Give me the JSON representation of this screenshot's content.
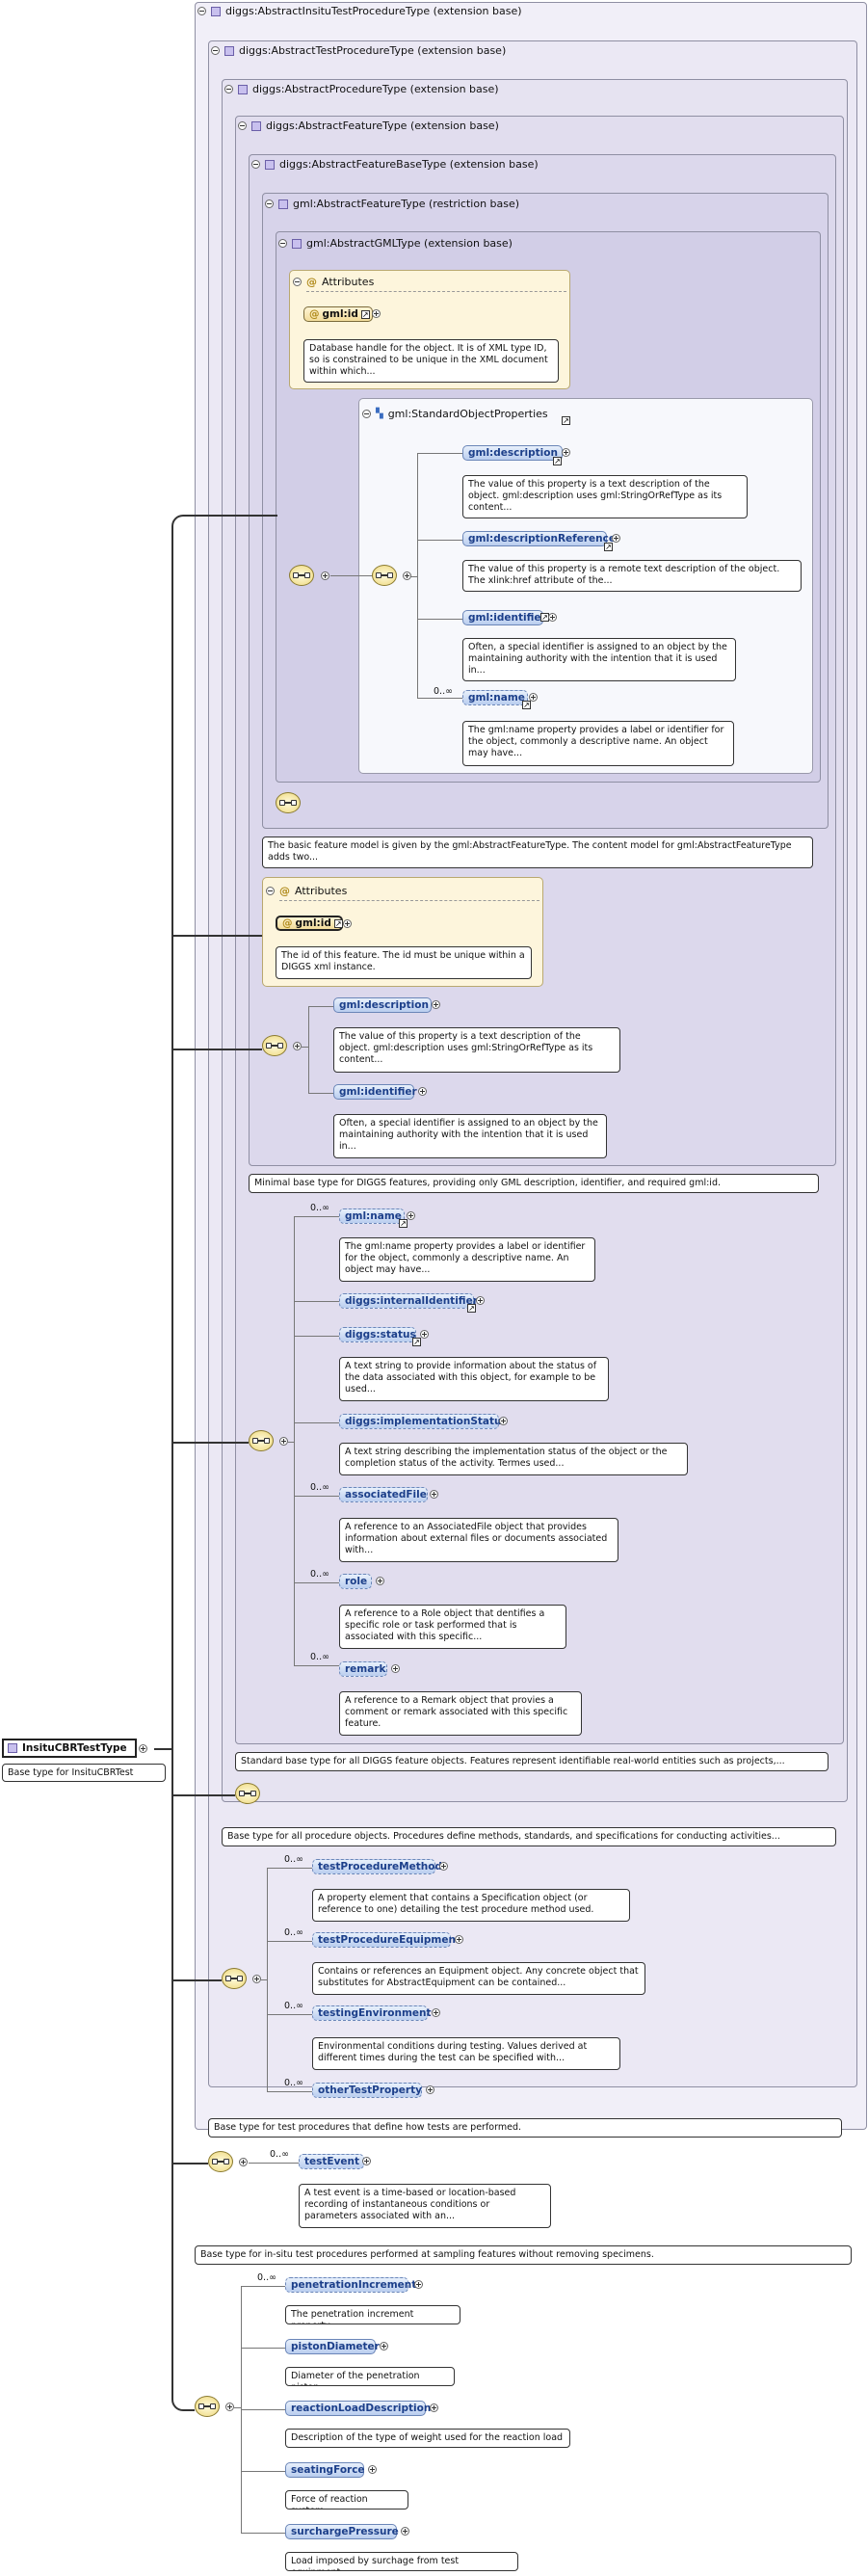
{
  "root": {
    "name": "InsituCBRTestType",
    "description": "Base type for InsituCBRTest"
  },
  "frames": {
    "abstract_insitu": {
      "title": "diggs:AbstractInsituTestProcedureType (extension base)",
      "caption": "Base type for in-situ test procedures performed at sampling features without removing specimens."
    },
    "abstract_test": {
      "title": "diggs:AbstractTestProcedureType (extension base)",
      "caption": "Base type for test procedures that define how tests are performed."
    },
    "abstract_procedure": {
      "title": "diggs:AbstractProcedureType (extension base)",
      "caption": "Base type for all procedure objects. Procedures define methods, standards, and specifications for conducting activities..."
    },
    "abstract_feature": {
      "title": "diggs:AbstractFeatureType (extension base)",
      "caption": "Standard base type for all DIGGS feature objects. Features represent identifiable real-world entities such as projects,..."
    },
    "abstract_feature_base": {
      "title": "diggs:AbstractFeatureBaseType (extension base)",
      "caption": "Minimal base type for DIGGS features, providing only GML description, identifier, and required gml:id."
    },
    "gml_feature": {
      "title": "gml:AbstractFeatureType (restriction base)",
      "caption": "The basic feature model is given by the gml:AbstractFeatureType. The content model for gml:AbstractFeatureType adds two..."
    },
    "gml_abstract": {
      "title": "gml:AbstractGMLType (extension base)"
    },
    "std_props": {
      "title": "gml:StandardObjectProperties"
    }
  },
  "attributes": {
    "heading": "Attributes",
    "gml_id_1": {
      "name": "gml:id",
      "desc": "Database handle for the object. It is of XML type ID, so is constrained to be unique in the XML document within which..."
    },
    "gml_id_2": {
      "name": "gml:id",
      "desc": "The id of this feature. The id must be unique within a DIGGS xml instance."
    }
  },
  "std_elements": [
    {
      "name": "gml:description",
      "desc": "The value of this property is a text description of the object. gml:description uses gml:StringOrRefType as its content..."
    },
    {
      "name": "gml:descriptionReference",
      "desc": "The value of this property is a remote text description of the object. The xlink:href attribute of the..."
    },
    {
      "name": "gml:identifier",
      "desc": "Often, a special identifier is assigned to an object by the maintaining authority with the intention that it is used in..."
    },
    {
      "name": "gml:name",
      "mult": "0..∞",
      "desc": "The gml:name property provides a label or identifier for the object, commonly a descriptive name. An object may have..."
    }
  ],
  "base_elements": [
    {
      "name": "gml:description",
      "desc": "The value of this property is a text description of the object. gml:description uses gml:StringOrRefType as its content..."
    },
    {
      "name": "gml:identifier",
      "desc": "Often, a special identifier is assigned to an object by the maintaining authority with the intention that it is used in..."
    }
  ],
  "feature_elements": [
    {
      "name": "gml:name",
      "mult": "0..∞",
      "desc": "The gml:name property provides a label or identifier for the object, commonly a descriptive name. An object may have..."
    },
    {
      "name": "diggs:internalIdentifier",
      "desc": ""
    },
    {
      "name": "diggs:status",
      "desc": "A text string to provide information about the status of the data associated with this object, for example to be used..."
    },
    {
      "name": "diggs:implementationStatus",
      "desc": "A text string describing the implementation status of the object or the completion status of the activity. Termes used..."
    },
    {
      "name": "associatedFile",
      "mult": "0..∞",
      "desc": "A reference to an AssociatedFile object that provides information about external files or documents associated with..."
    },
    {
      "name": "role",
      "mult": "0..∞",
      "desc": "A reference to a Role object that dentifies a specific role or task performed that is associated with this specific..."
    },
    {
      "name": "remark",
      "mult": "0..∞",
      "desc": "A reference to a Remark object that provies a comment or remark associated with this specific feature."
    }
  ],
  "test_elements": [
    {
      "name": "testProcedureMethod",
      "mult": "0..∞",
      "desc": "A property element that contains a Specification object (or reference to one) detailing the test procedure method used."
    },
    {
      "name": "testProcedureEquipment",
      "mult": "0..∞",
      "desc": "Contains or references an Equipment object. Any concrete object that substitutes for AbstractEquipment can be contained..."
    },
    {
      "name": "testingEnvironment",
      "mult": "0..∞",
      "desc": "Environmental conditions during testing. Values derived at different times during the test can be specified with..."
    },
    {
      "name": "otherTestProperty",
      "mult": "0..∞",
      "desc": ""
    }
  ],
  "insitu_elements": [
    {
      "name": "testEvent",
      "mult": "0..∞",
      "desc": "A test event is a time-based or location-based recording of instantaneous conditions or parameters associated with an..."
    }
  ],
  "cbr_elements": [
    {
      "name": "penetrationIncrement",
      "mult": "0..∞",
      "desc": "The penetration increment property."
    },
    {
      "name": "pistonDiameter",
      "desc": "Diameter of the penetration piston"
    },
    {
      "name": "reactionLoadDescription",
      "desc": "Description of the type of weight used for the reaction load"
    },
    {
      "name": "seatingForce",
      "desc": "Force of reaction system."
    },
    {
      "name": "surchargePressure",
      "desc": "Load imposed by surchage from test equipment."
    }
  ],
  "colors": {
    "pill_fill": "#b9cdef",
    "attr_fill": "#fdf5dc",
    "frame_fill": "#efedf6",
    "line": "#333333"
  }
}
